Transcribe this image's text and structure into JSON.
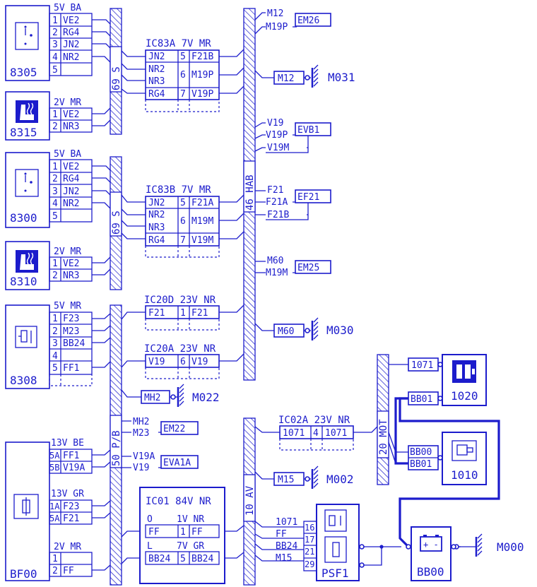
{
  "colors": {
    "ink": "#1c1ccc",
    "background": "#ffffff"
  },
  "modules": {
    "m8305": {
      "label": "8305",
      "conn": "5V  BA",
      "pins": [
        "1",
        "2",
        "3",
        "4",
        "5"
      ],
      "wires": [
        "VE2",
        "RG4",
        "JN2",
        "NR2",
        ""
      ],
      "icon": "window-switch-icon"
    },
    "m8315": {
      "label": "8315",
      "conn": "2V  MR",
      "pins": [
        "1",
        "2"
      ],
      "wires": [
        "VE2",
        "NR3"
      ],
      "icon": "heated-seat-icon"
    },
    "m8300": {
      "label": "8300",
      "conn": "5V  BA",
      "pins": [
        "1",
        "2",
        "3",
        "4",
        "5"
      ],
      "wires": [
        "VE2",
        "RG4",
        "JN2",
        "NR2",
        ""
      ],
      "icon": "window-switch-icon"
    },
    "m8310": {
      "label": "8310",
      "conn": "2V  MR",
      "pins": [
        "1",
        "2"
      ],
      "wires": [
        "VE2",
        "NR3"
      ],
      "icon": "heated-seat-icon"
    },
    "m8308": {
      "label": "8308",
      "conn": "5V  MR",
      "pins": [
        "1",
        "2",
        "3",
        "4",
        "5"
      ],
      "wires": [
        "F23",
        "M23",
        "BB24",
        "",
        "FF1"
      ],
      "icon": "relay-icon"
    },
    "bf00": {
      "label": "BF00",
      "c1": "13V  BE",
      "c1pins": [
        "5A",
        "5B"
      ],
      "c1wires": [
        "FF1",
        "V19A"
      ],
      "c2": "13V  GR",
      "c2pins": [
        "1A",
        "5A"
      ],
      "c2wires": [
        "F23",
        "F21"
      ],
      "c3": "2V  MR",
      "c3pins": [
        "1",
        "2"
      ],
      "c3wires": [
        "",
        "FF"
      ],
      "icon": "fuse-icon"
    },
    "psf1": {
      "label": "PSF1",
      "pins": [
        "16",
        "17",
        "21",
        "29"
      ],
      "wires": [
        "1071",
        "FF",
        "BB24",
        "M15"
      ],
      "icon": "fuse-relay-icon"
    },
    "bb00": {
      "label": "BB00",
      "icon": "battery-icon"
    },
    "m1020": {
      "label": "1020",
      "pin": "1071",
      "icon": "alternator-icon"
    },
    "m1010": {
      "label": "1010",
      "pins": [
        "BB00",
        "BB01"
      ],
      "icon": "starter-icon"
    }
  },
  "bundles": {
    "b69a": {
      "label": "69  S"
    },
    "b69b": {
      "label": "69  S"
    },
    "hab": {
      "label": "46  HAB"
    },
    "pb": {
      "label": "50  P/B"
    },
    "av": {
      "label": "10  AV"
    },
    "mot": {
      "label": "20  MOT"
    }
  },
  "connectors": {
    "ic83a": {
      "title": "IC83A 7V  MR",
      "rows": [
        [
          "JN2",
          "5",
          "F21B"
        ],
        [
          "NR2",
          "6",
          "M19P"
        ],
        [
          "NR3",
          "",
          ""
        ],
        [
          "RG4",
          "7",
          "V19P"
        ]
      ]
    },
    "ic83b": {
      "title": "IC83B 7V  MR",
      "rows": [
        [
          "JN2",
          "5",
          "F21A"
        ],
        [
          "NR2",
          "6",
          "M19M"
        ],
        [
          "NR3",
          "",
          ""
        ],
        [
          "RG4",
          "7",
          "V19M"
        ]
      ]
    },
    "ic20d": {
      "title": "IC20D 23V NR",
      "rows": [
        [
          "F21",
          "1",
          "F21"
        ]
      ]
    },
    "ic20a": {
      "title": "IC20A 23V NR",
      "rows": [
        [
          "V19",
          "6",
          "V19"
        ]
      ]
    },
    "ic02a": {
      "title": "IC02A 23V  NR",
      "rows": [
        [
          "1071",
          "4",
          "1071"
        ]
      ]
    },
    "ic01": {
      "title": "IC01  84V NR",
      "sub1": "O",
      "sub1b": "1V  NR",
      "row1": [
        "FF",
        "1",
        "FF"
      ],
      "sub2": "L",
      "sub2b": "7V  GR",
      "row2": [
        "BB24",
        "5",
        "BB24"
      ]
    }
  },
  "splices": {
    "em26": {
      "label": "EM26",
      "wires": [
        "M12",
        "M19P"
      ]
    },
    "evb1": {
      "label": "EVB1",
      "wires": [
        "V19",
        "V19P",
        "V19M"
      ]
    },
    "ef21": {
      "label": "EF21",
      "wires": [
        "F21",
        "F21A",
        "F21B"
      ]
    },
    "em25": {
      "label": "EM25",
      "wires": [
        "M60",
        "M19M"
      ]
    },
    "em22": {
      "label": "EM22",
      "wires": [
        "MH2",
        "M23"
      ]
    },
    "eva1a": {
      "label": "EVA1A",
      "wires": [
        "V19A",
        "V19"
      ]
    }
  },
  "grounds": {
    "m031": {
      "label": "M031",
      "wire": "M12"
    },
    "m030": {
      "label": "M030",
      "wire": "M60"
    },
    "m022": {
      "label": "M022",
      "wire": "MH2"
    },
    "m002": {
      "label": "M002",
      "wire": "M15"
    },
    "m000": {
      "label": "M000"
    }
  },
  "wires": {
    "bb01": "BB01"
  }
}
